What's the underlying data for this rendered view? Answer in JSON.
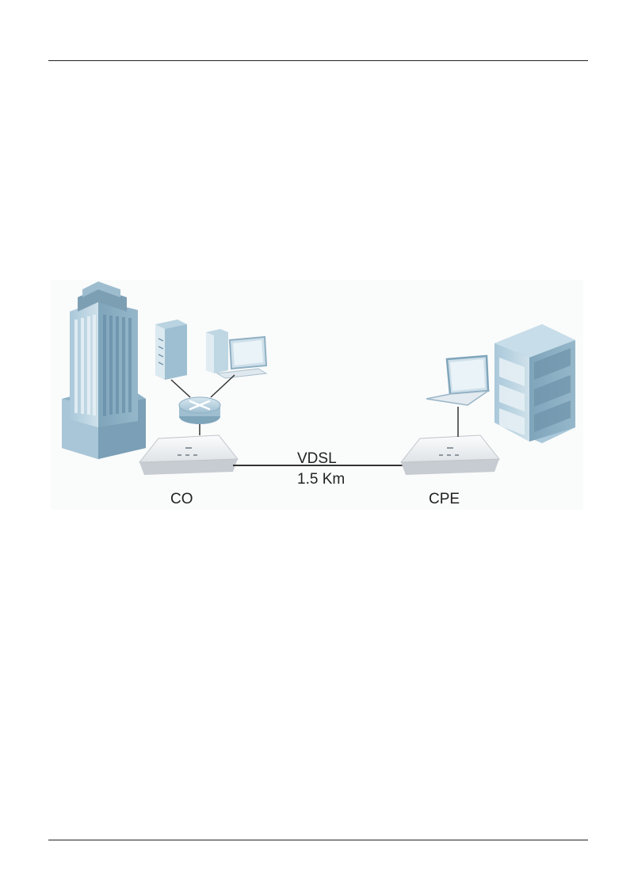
{
  "diagram": {
    "link": {
      "technology": "VDSL",
      "distance": "1.5 Km"
    },
    "co_label": "CO",
    "cpe_label": "CPE"
  },
  "colors": {
    "building_light": "#c9dde8",
    "building_mid": "#9ebfd2",
    "building_dark": "#6f96ad",
    "device_light": "#eef1f3",
    "device_shadow": "#c4c9cd",
    "line": "#333333"
  }
}
